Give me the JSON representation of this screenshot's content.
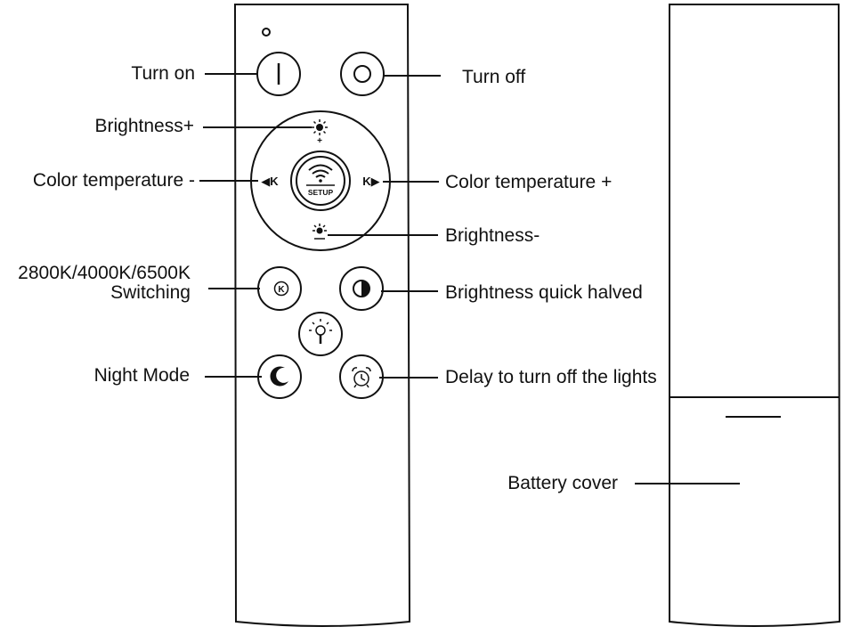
{
  "labels": {
    "turn_on": "Turn on",
    "turn_off": "Turn off",
    "brightness_plus": "Brightness+",
    "color_temp_minus": "Color temperature -",
    "color_temp_plus": "Color temperature +",
    "brightness_minus": "Brightness-",
    "switching_line1": "2800K/4000K/6500K",
    "switching_line2": "Switching",
    "brightness_halved": "Brightness quick halved",
    "night_mode": "Night Mode",
    "delay_off": "Delay to turn off the lights",
    "battery_cover": "Battery cover"
  },
  "buttons": {
    "setup": "SETUP",
    "plus_sign": "+",
    "k_left": "◀K",
    "k_right": "K▶",
    "k_mode": "K"
  },
  "colors": {
    "line": "#111111",
    "background": "#ffffff"
  },
  "icons": [
    "sun-icon",
    "wifi-icon",
    "moon-icon",
    "alarm-clock-icon",
    "half-circle-icon",
    "lamp-icon",
    "power-on-icon",
    "power-off-icon"
  ]
}
